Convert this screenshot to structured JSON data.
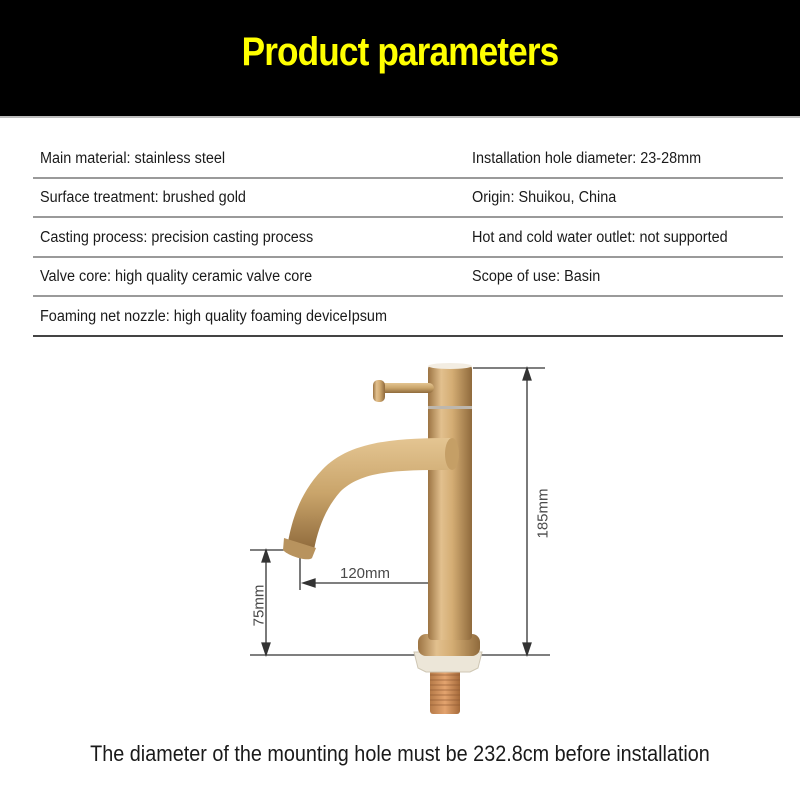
{
  "header": {
    "title": "Product parameters",
    "title_color": "#ffff00",
    "background_color": "#000000"
  },
  "parameters": {
    "rows": [
      {
        "left": "Main material: stainless steel",
        "right": "Installation hole diameter: 23-28mm"
      },
      {
        "left": "Surface treatment: brushed gold",
        "right": "Origin: Shuikou, China"
      },
      {
        "left": "Casting process: precision casting process",
        "right": "Hot and cold water outlet: not supported"
      },
      {
        "left": "Valve core: high quality ceramic valve core",
        "right": "Scope of use: Basin"
      },
      {
        "left": "Foaming net nozzle: high quality foaming deviceIpsum",
        "right": ""
      }
    ]
  },
  "diagram": {
    "subject": "brushed gold single-lever basin faucet",
    "dimensions": {
      "height": "185mm",
      "spout_reach": "120mm",
      "spout_height": "75mm"
    },
    "finish_color": "#c9a46a"
  },
  "footer": {
    "note": "The diameter of the mounting hole must be 232.8cm before installation"
  }
}
